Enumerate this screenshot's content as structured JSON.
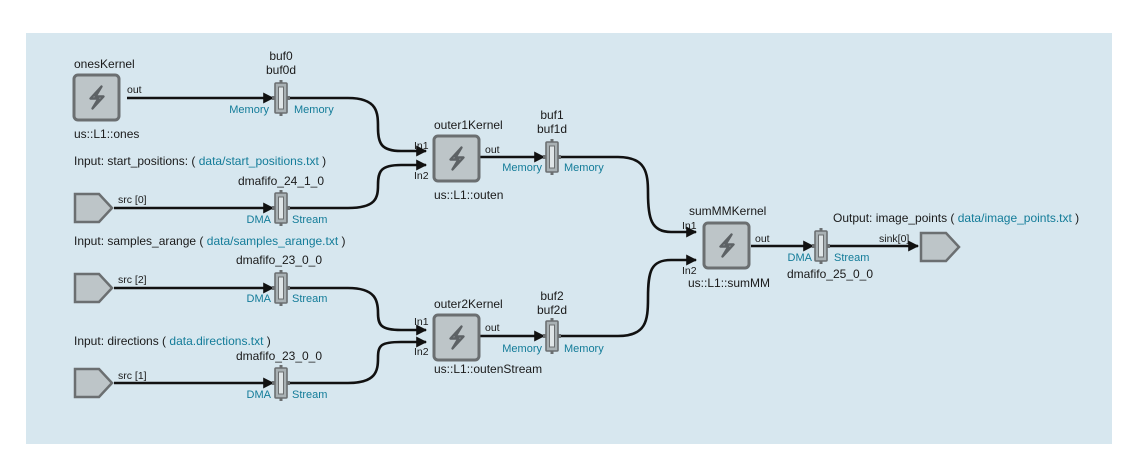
{
  "kernels": [
    {
      "id": "ones",
      "name": "onesKernel",
      "func": "us::L1::ones",
      "inputs": [],
      "output": "out",
      "icon": "lightning-icon"
    },
    {
      "id": "outer1",
      "name": "outer1Kernel",
      "func": "us::L1::outen",
      "inputs": [
        "In1",
        "In2"
      ],
      "output": "out",
      "icon": "lightning-icon"
    },
    {
      "id": "outer2",
      "name": "outer2Kernel",
      "func": "us::L1::outenStream",
      "inputs": [
        "In1",
        "In2"
      ],
      "output": "out",
      "icon": "lightning-icon"
    },
    {
      "id": "summm",
      "name": "sumMMKernel",
      "func": "us::L1::sumMM",
      "inputs": [
        "In1",
        "In2"
      ],
      "output": "out",
      "icon": "lightning-icon"
    }
  ],
  "buffers": [
    {
      "id": "buf0",
      "name1": "buf0",
      "name2": "buf0d",
      "left": "Memory",
      "right": "Memory"
    },
    {
      "id": "dma24",
      "name1": "dmafifo_24_1_0",
      "name2": "",
      "left": "DMA",
      "right": "Stream"
    },
    {
      "id": "buf1",
      "name1": "buf1",
      "name2": "buf1d",
      "left": "Memory",
      "right": "Memory"
    },
    {
      "id": "dma23a",
      "name1": "dmafifo_23_0_0",
      "name2": "",
      "left": "DMA",
      "right": "Stream"
    },
    {
      "id": "buf2",
      "name1": "buf2",
      "name2": "buf2d",
      "left": "Memory",
      "right": "Memory"
    },
    {
      "id": "dma23b",
      "name1": "dmafifo_23_0_0",
      "name2": "",
      "left": "DMA",
      "right": "Stream"
    },
    {
      "id": "dma25",
      "name1": "dmafifo_25_0_0",
      "name2": "",
      "left": "DMA",
      "right": "Stream"
    }
  ],
  "inputs": [
    {
      "prefix": "Input: start_positions: (",
      "file": "data/start_positions.txt",
      "suffix": ")",
      "port": "src [0]"
    },
    {
      "prefix": "Input: samples_arange (",
      "file": "data/samples_arange.txt",
      "suffix": ")",
      "port": "src [2]"
    },
    {
      "prefix": "Input: directions (",
      "file": "data.directions.txt",
      "suffix": ")",
      "port": "src [1]"
    }
  ],
  "outputs": [
    {
      "prefix": "Output: image_points (",
      "file": "data/image_points.txt",
      "suffix": ")",
      "port": "sink[0]"
    }
  ],
  "colors": {
    "canvas": "#d7e7ef",
    "link": "#137c99",
    "node_fill": "#bdc5c8",
    "node_stroke": "#6b6f71",
    "wire": "#111111"
  }
}
